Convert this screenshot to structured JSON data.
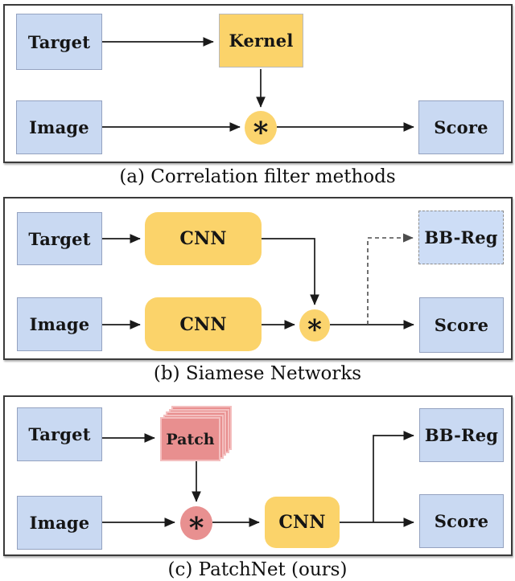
{
  "figure": {
    "captions": {
      "a": "(a) Correlation filter methods",
      "b": "(b) Siamese Networks",
      "c": "(c) PatchNet (ours)"
    }
  },
  "panel_a": {
    "target": "Target",
    "kernel": "Kernel",
    "image": "Image",
    "score": "Score",
    "op": "∗"
  },
  "panel_b": {
    "target": "Target",
    "cnn_top": "CNN",
    "image": "Image",
    "cnn_bottom": "CNN",
    "bb_reg": "BB-Reg",
    "score": "Score",
    "op": "∗"
  },
  "panel_c": {
    "target": "Target",
    "patch": "Patch",
    "image": "Image",
    "cnn": "CNN",
    "bb_reg": "BB-Reg",
    "score": "Score",
    "op": "∗"
  },
  "colors": {
    "node_blue_fill": "#c9d9f2",
    "node_blue_border": "#94a2c0",
    "node_yellow": "#fbd36a",
    "node_pink": "#e89090",
    "dashed_wire": "#4d4d4d",
    "wire": "#1a1a1a",
    "panel_border": "#3a3a3a"
  }
}
